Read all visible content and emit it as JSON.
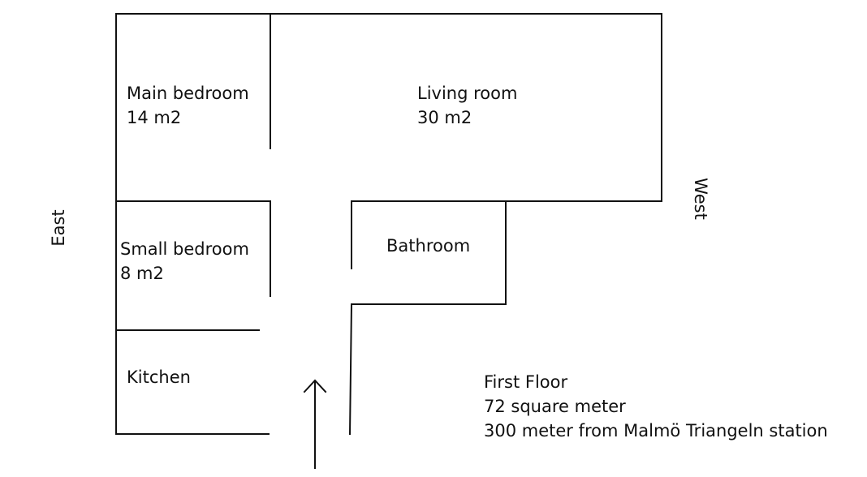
{
  "rooms": {
    "main_bedroom": {
      "name": "Main bedroom",
      "area": "14 m2"
    },
    "living_room": {
      "name": "Living room",
      "area": "30 m2"
    },
    "small_bedroom": {
      "name": "Small bedroom",
      "area": "8 m2"
    },
    "bathroom": {
      "name": "Bathroom"
    },
    "kitchen": {
      "name": "Kitchen"
    }
  },
  "compass": {
    "east": "East",
    "west": "West"
  },
  "info": {
    "floor": "First Floor",
    "size": "72 square meter",
    "distance": "300 meter from Malmö Triangeln station"
  },
  "colors": {
    "line": "#111111",
    "background": "#ffffff"
  },
  "icons": {
    "entrance": "arrow-up-icon"
  }
}
